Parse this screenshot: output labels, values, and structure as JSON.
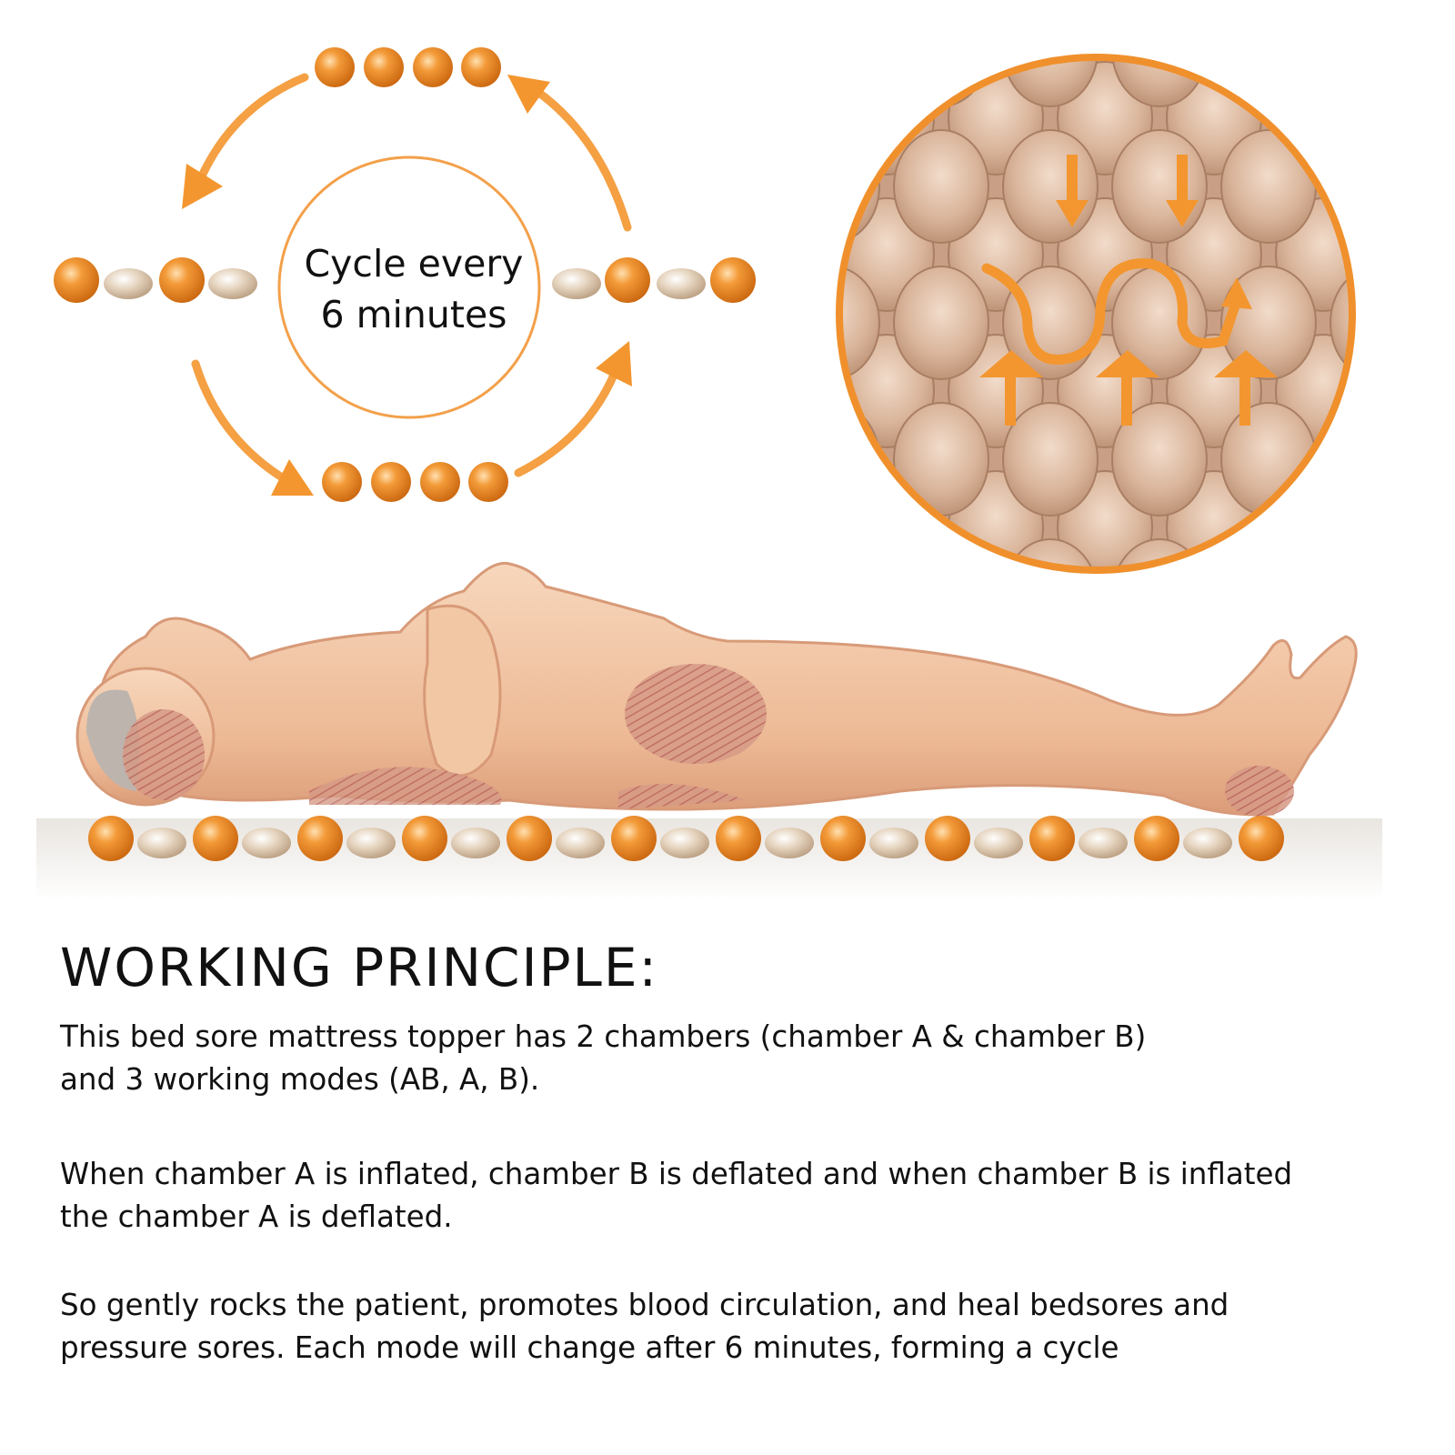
{
  "cycle": {
    "label_line1": "Cycle every",
    "label_line2": "6 minutes",
    "accent_color": "#F3902C"
  },
  "heading": "WORKING PRINCIPLE:",
  "paragraphs": [
    {
      "line1": "This bed sore mattress topper has 2 chambers (chamber A & chamber B)",
      "line2": "and 3 working modes (AB, A, B)."
    },
    {
      "line1": "When chamber A is inflated, chamber B is deflated and when chamber B is inflated",
      "line2": "the chamber A is deflated."
    },
    {
      "line1": "So gently rocks the patient, promotes blood circulation, and heal bedsores and",
      "line2": "pressure sores. Each mode will change after 6 minutes, forming a cycle"
    }
  ],
  "colors": {
    "inflated_ball": "#E8892A",
    "deflated_ball": "#D8C2A6",
    "skin": "#F1C4A0",
    "pressure_zone": "#C9756A"
  }
}
